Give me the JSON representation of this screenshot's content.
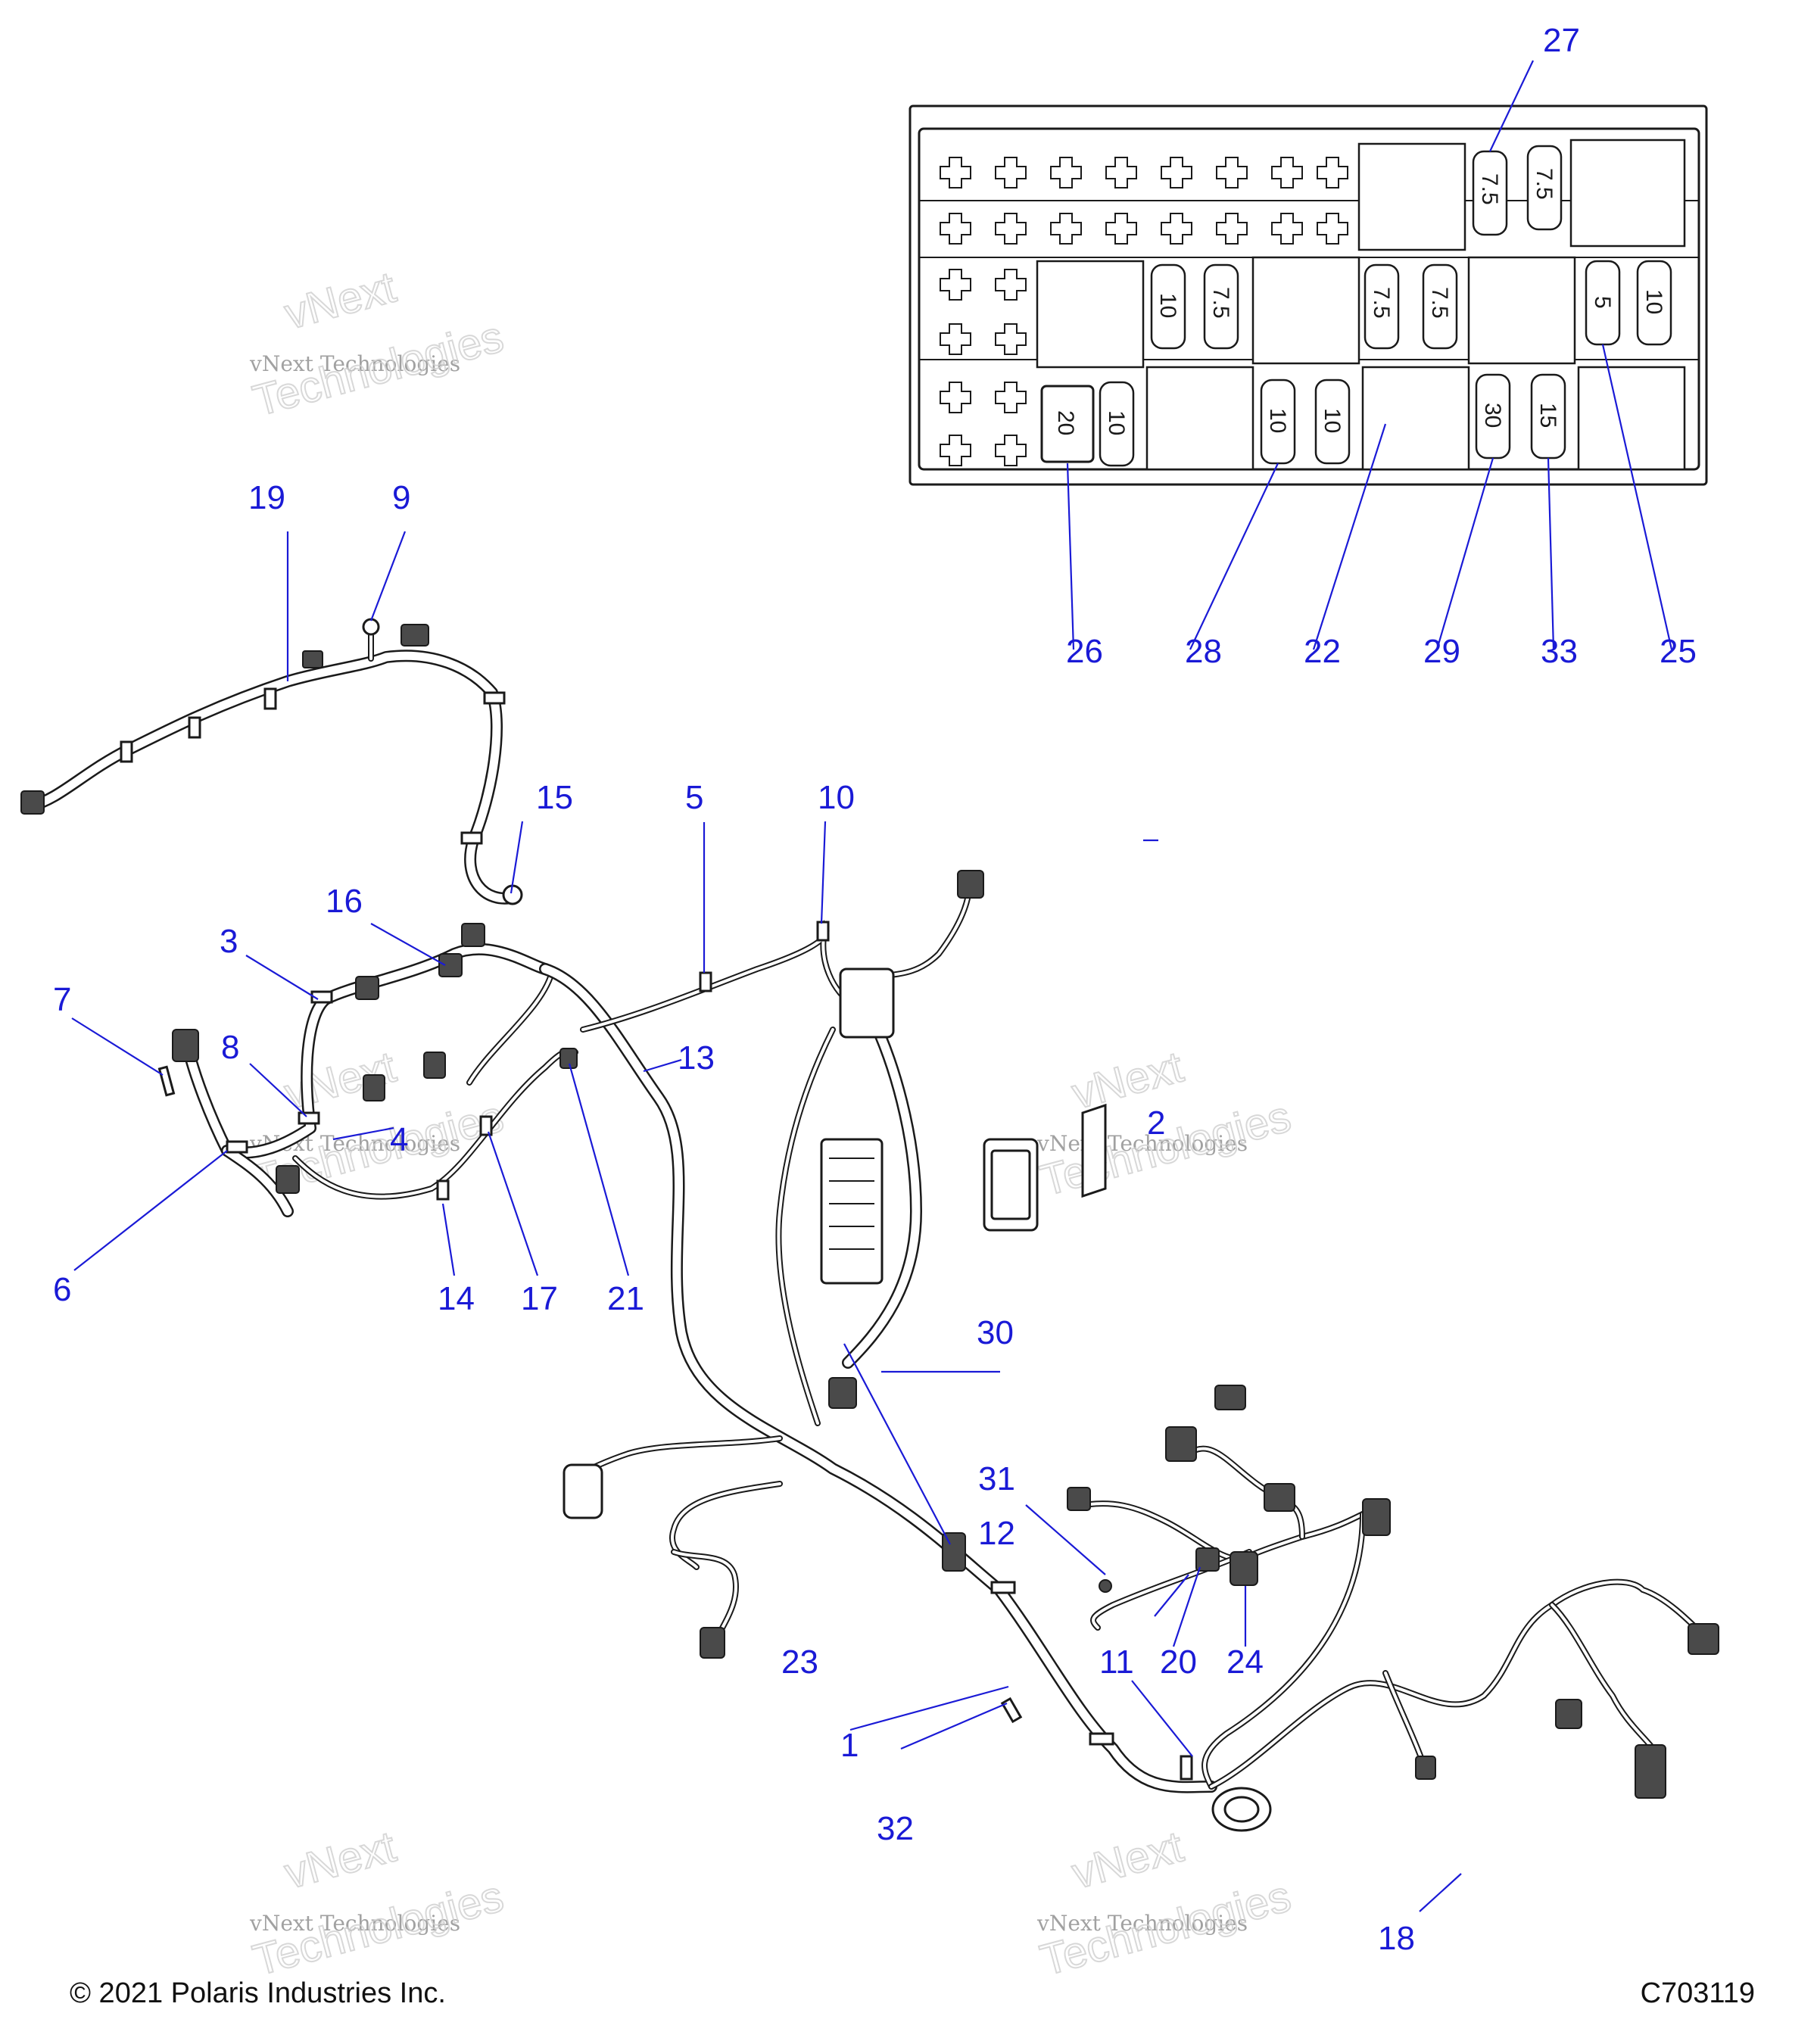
{
  "callouts": [
    {
      "id": "1",
      "label": "1"
    },
    {
      "id": "2",
      "label": "2"
    },
    {
      "id": "3",
      "label": "3"
    },
    {
      "id": "4",
      "label": "4"
    },
    {
      "id": "5",
      "label": "5"
    },
    {
      "id": "6",
      "label": "6"
    },
    {
      "id": "7",
      "label": "7"
    },
    {
      "id": "8",
      "label": "8"
    },
    {
      "id": "9",
      "label": "9"
    },
    {
      "id": "10",
      "label": "10"
    },
    {
      "id": "11",
      "label": "11"
    },
    {
      "id": "12",
      "label": "12"
    },
    {
      "id": "13",
      "label": "13"
    },
    {
      "id": "14",
      "label": "14"
    },
    {
      "id": "15",
      "label": "15"
    },
    {
      "id": "16",
      "label": "16"
    },
    {
      "id": "17",
      "label": "17"
    },
    {
      "id": "18",
      "label": "18"
    },
    {
      "id": "19",
      "label": "19"
    },
    {
      "id": "20",
      "label": "20"
    },
    {
      "id": "21",
      "label": "21"
    },
    {
      "id": "22",
      "label": "22"
    },
    {
      "id": "23",
      "label": "23"
    },
    {
      "id": "24",
      "label": "24"
    },
    {
      "id": "25",
      "label": "25"
    },
    {
      "id": "26",
      "label": "26"
    },
    {
      "id": "27",
      "label": "27"
    },
    {
      "id": "28",
      "label": "28"
    },
    {
      "id": "29",
      "label": "29"
    },
    {
      "id": "30",
      "label": "30"
    },
    {
      "id": "31",
      "label": "31"
    },
    {
      "id": "32",
      "label": "32"
    },
    {
      "id": "33",
      "label": "33"
    }
  ],
  "fuse_box": {
    "fuses": [
      {
        "id": "f1",
        "rating": "7.5"
      },
      {
        "id": "f2",
        "rating": "7.5"
      },
      {
        "id": "f3",
        "rating": "10"
      },
      {
        "id": "f4",
        "rating": "7.5"
      },
      {
        "id": "f5",
        "rating": "7.5"
      },
      {
        "id": "f6",
        "rating": "7.5"
      },
      {
        "id": "f7",
        "rating": "5"
      },
      {
        "id": "f8",
        "rating": "10"
      },
      {
        "id": "f9",
        "rating": "20"
      },
      {
        "id": "f10",
        "rating": "10"
      },
      {
        "id": "f11",
        "rating": "10"
      },
      {
        "id": "f12",
        "rating": "10"
      },
      {
        "id": "f13",
        "rating": "30"
      },
      {
        "id": "f14",
        "rating": "15"
      }
    ]
  },
  "watermark": {
    "line1": "vNext",
    "line2": "vNext Technologies",
    "line3": "Technologies"
  },
  "footer": {
    "copyright": "© 2021 Polaris Industries Inc.",
    "drawing_number": "C703119"
  },
  "colors": {
    "callout": "#1a1ad6",
    "line_art": "#1a1a1a"
  }
}
